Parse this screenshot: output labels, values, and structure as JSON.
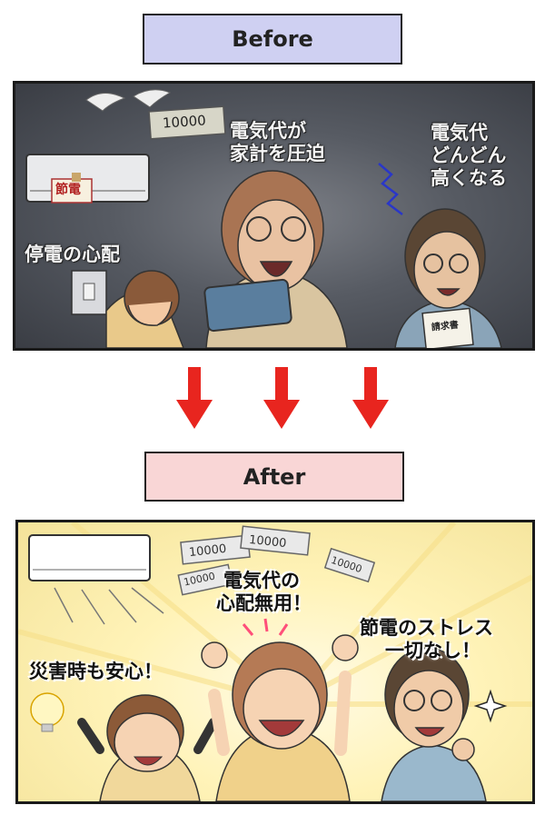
{
  "before": {
    "label": "Before",
    "banknote": "10000",
    "sign": "節電",
    "caption_pressure": [
      "電気代が",
      "家計を圧迫"
    ],
    "caption_rising": [
      "電気代",
      "どんどん",
      "高くなる"
    ],
    "caption_outage": "停電の心配",
    "invoice": "請求書"
  },
  "after": {
    "label": "After",
    "banknotes": [
      "10000",
      "10000",
      "10000",
      "10000"
    ],
    "caption_no_worry": [
      "電気代の",
      "心配無用！"
    ],
    "caption_no_stress": [
      "節電のストレス",
      "一切なし！"
    ],
    "caption_disaster": "災害時も安心！"
  },
  "colors": {
    "before_label_bg": "#cfd0f2",
    "after_label_bg": "#f9d6d6",
    "arrow": "#e8251f"
  }
}
